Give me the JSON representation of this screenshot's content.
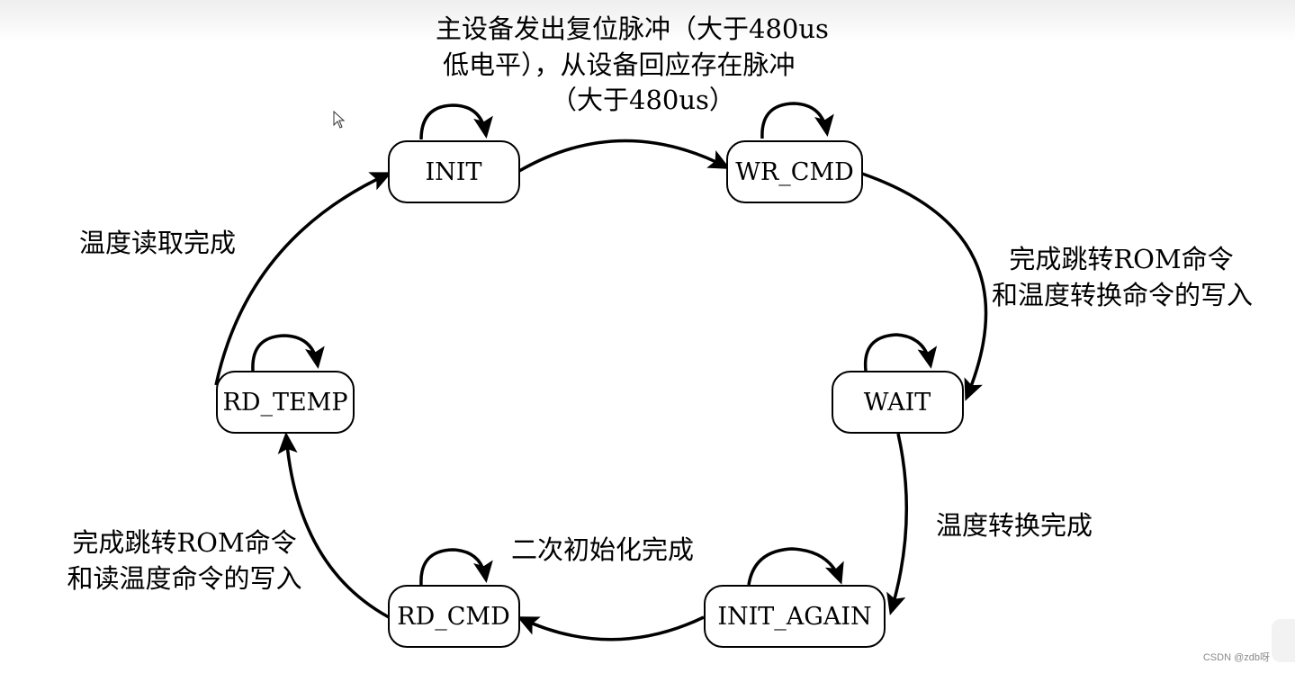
{
  "diagram": {
    "states": {
      "init": "INIT",
      "wr_cmd": "WR_CMD",
      "wait": "WAIT",
      "init_again": "INIT_AGAIN",
      "rd_cmd": "RD_CMD",
      "rd_temp": "RD_TEMP"
    },
    "transitions": {
      "init_to_wr_cmd": [
        "主设备发出复位脉冲（大于480us",
        "低电平），从设备回应存在脉冲",
        "（大于480us）"
      ],
      "wr_cmd_to_wait": [
        "完成跳转ROM命令",
        "和温度转换命令的写入"
      ],
      "wait_to_init_again": "温度转换完成",
      "init_again_to_rd_cmd": "二次初始化完成",
      "rd_cmd_to_rd_temp": [
        "完成跳转ROM命令",
        "和读温度命令的写入"
      ],
      "rd_temp_to_init": "温度读取完成"
    }
  },
  "watermark": "CSDN @zdb呀",
  "icons": {
    "cursor": "mouse-cursor-icon"
  }
}
